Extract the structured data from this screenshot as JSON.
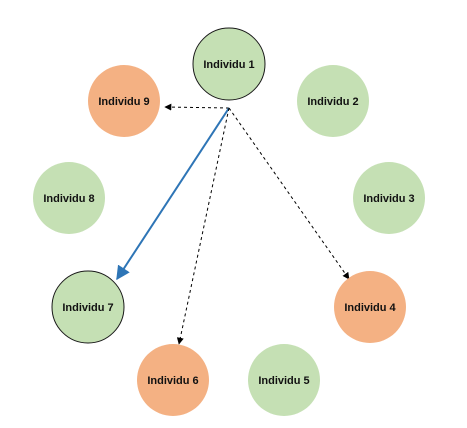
{
  "colors": {
    "green": "#c5e0b4",
    "orange": "#f4b183",
    "outline": "#1a1a1a",
    "solid_arrow": "#2e75b6",
    "dashed_arrow": "#000000"
  },
  "nodes": [
    {
      "id": "n1",
      "label": "Individu 1",
      "fill": "green",
      "outlined": true
    },
    {
      "id": "n2",
      "label": "Individu 2",
      "fill": "green",
      "outlined": false
    },
    {
      "id": "n3",
      "label": "Individu 3",
      "fill": "green",
      "outlined": false
    },
    {
      "id": "n4",
      "label": "Individu 4",
      "fill": "orange",
      "outlined": false
    },
    {
      "id": "n5",
      "label": "Individu 5",
      "fill": "green",
      "outlined": false
    },
    {
      "id": "n6",
      "label": "Individu 6",
      "fill": "orange",
      "outlined": false
    },
    {
      "id": "n7",
      "label": "Individu 7",
      "fill": "green",
      "outlined": true
    },
    {
      "id": "n8",
      "label": "Individu 8",
      "fill": "green",
      "outlined": false
    },
    {
      "id": "n9",
      "label": "Individu 9",
      "fill": "orange",
      "outlined": false
    }
  ],
  "edges": [
    {
      "from": "n1",
      "to": "n9",
      "style": "dashed"
    },
    {
      "from": "n1",
      "to": "n7",
      "style": "solid"
    },
    {
      "from": "n1",
      "to": "n6",
      "style": "dashed"
    },
    {
      "from": "n1",
      "to": "n4",
      "style": "dashed"
    }
  ]
}
